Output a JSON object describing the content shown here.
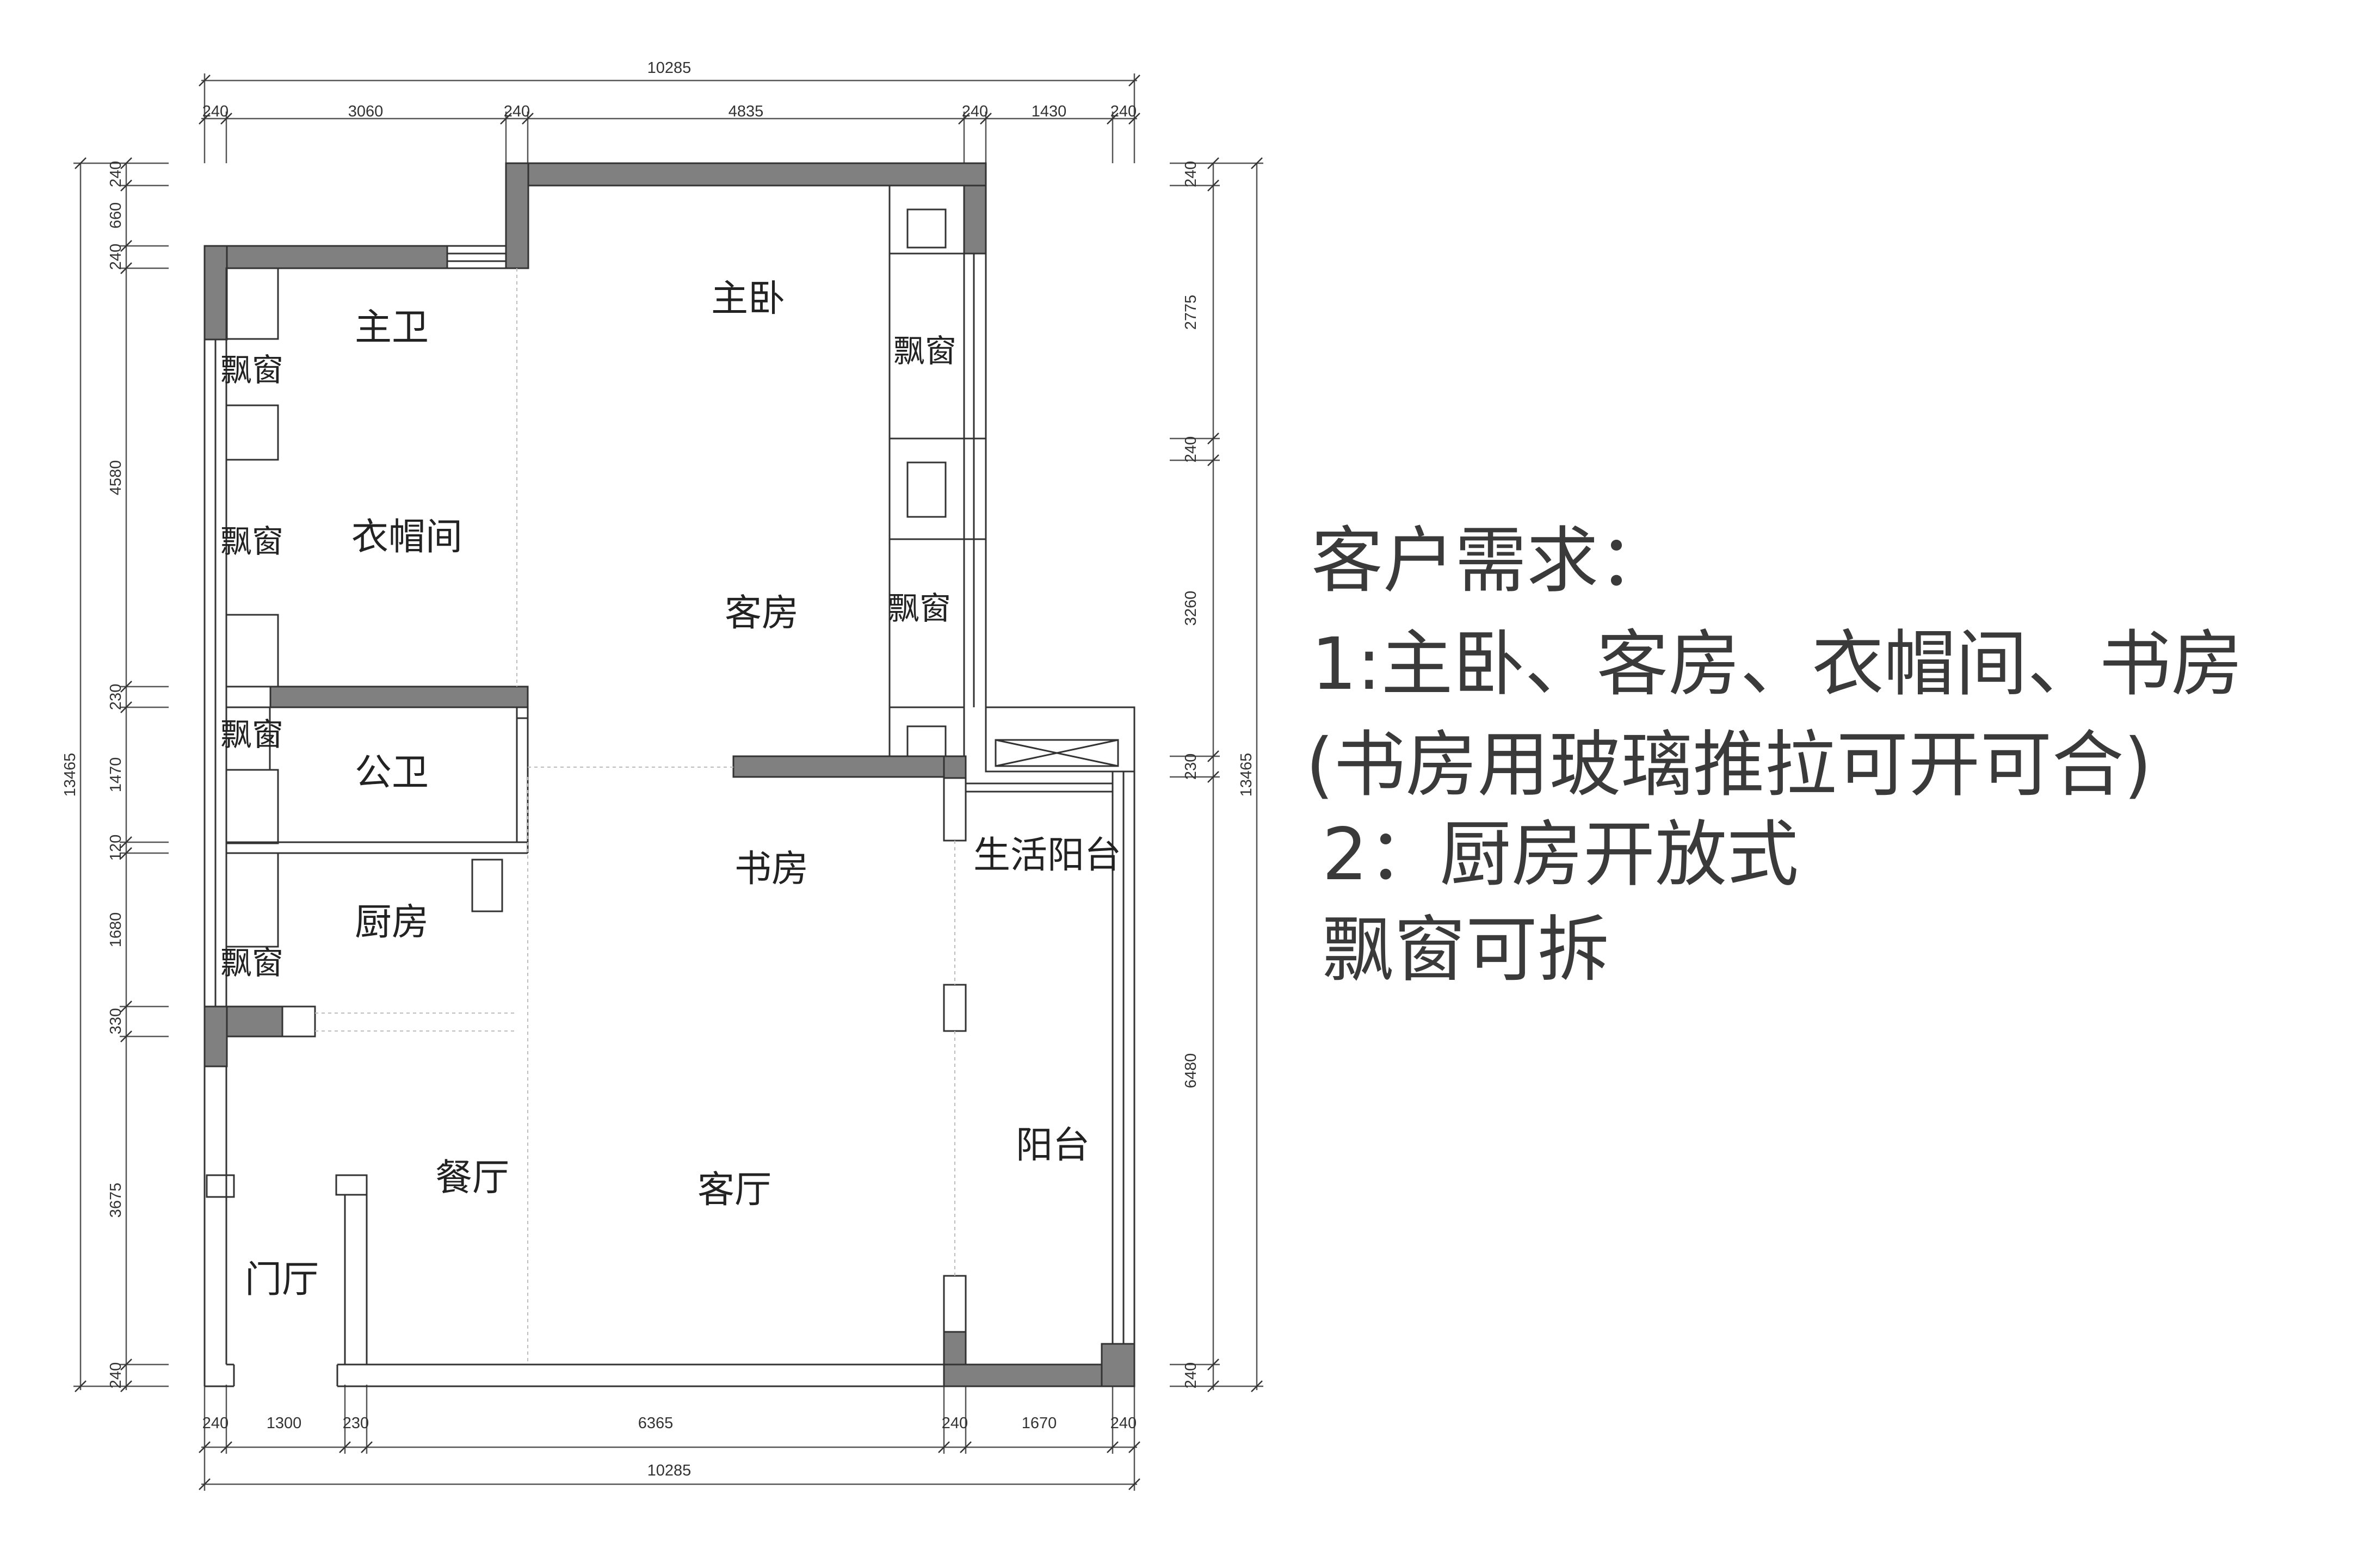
{
  "dimensions": {
    "top_total": "10285",
    "top": [
      "240",
      "3060",
      "240",
      "4835",
      "240",
      "1430",
      "240"
    ],
    "bottom_total": "10285",
    "bottom": [
      "240",
      "1300",
      "230",
      "6365",
      "240",
      "1670",
      "240"
    ],
    "left_total": "13465",
    "left": [
      "240",
      "660",
      "240",
      "4580",
      "230",
      "1470",
      "120",
      "1680",
      "330",
      "3675",
      "240"
    ],
    "right_total": "13465",
    "right": [
      "240",
      "2775",
      "240",
      "3260",
      "230",
      "6480",
      "240"
    ]
  },
  "rooms": {
    "master_bath": "主卫",
    "master_bedroom": "主卧",
    "cloakroom": "衣帽间",
    "guest_room": "客房",
    "public_bath": "公卫",
    "kitchen": "厨房",
    "study": "书房",
    "utility_balcony": "生活阳台",
    "dining": "餐厅",
    "living": "客厅",
    "balcony": "阳台",
    "foyer": "门厅",
    "bay_window": "飘窗"
  },
  "notes": {
    "title": "客户需求：",
    "line1": "1:主卧、客房、衣帽间、书房",
    "line2": "(书房用玻璃推拉可开可合)",
    "line3": "2：厨房开放式",
    "line4": "飘窗可拆"
  },
  "colors": {
    "wall_fill": "#808080",
    "line": "#333333",
    "dim_line": "#555555"
  }
}
